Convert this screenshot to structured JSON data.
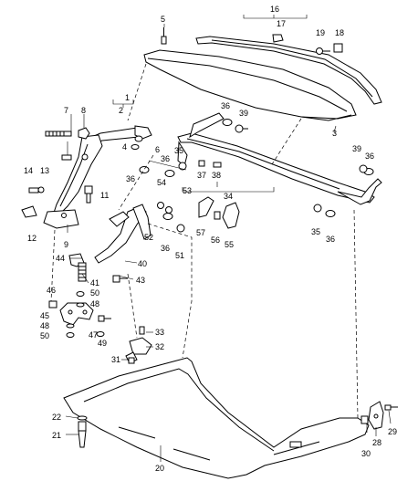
{
  "callouts": [
    {
      "id": "c1",
      "text": "1"
    },
    {
      "id": "c2",
      "text": "2"
    },
    {
      "id": "c3",
      "text": "3"
    },
    {
      "id": "c4",
      "text": "4"
    },
    {
      "id": "c5",
      "text": "5"
    },
    {
      "id": "c6",
      "text": "6"
    },
    {
      "id": "c7",
      "text": "7"
    },
    {
      "id": "c8",
      "text": "8"
    },
    {
      "id": "c9",
      "text": "9"
    },
    {
      "id": "c11",
      "text": "11"
    },
    {
      "id": "c12",
      "text": "12"
    },
    {
      "id": "c13",
      "text": "13"
    },
    {
      "id": "c14",
      "text": "14"
    },
    {
      "id": "c16",
      "text": "16"
    },
    {
      "id": "c17",
      "text": "17"
    },
    {
      "id": "c18",
      "text": "18"
    },
    {
      "id": "c19",
      "text": "19"
    },
    {
      "id": "c20",
      "text": "20"
    },
    {
      "id": "c21",
      "text": "21"
    },
    {
      "id": "c22",
      "text": "22"
    },
    {
      "id": "c28",
      "text": "28"
    },
    {
      "id": "c29",
      "text": "29"
    },
    {
      "id": "c30",
      "text": "30"
    },
    {
      "id": "c31",
      "text": "31"
    },
    {
      "id": "c32",
      "text": "32"
    },
    {
      "id": "c33",
      "text": "33"
    },
    {
      "id": "c34",
      "text": "34"
    },
    {
      "id": "c35a",
      "text": "35"
    },
    {
      "id": "c35b",
      "text": "35"
    },
    {
      "id": "c36a",
      "text": "36"
    },
    {
      "id": "c36b",
      "text": "36"
    },
    {
      "id": "c36c",
      "text": "36"
    },
    {
      "id": "c36d",
      "text": "36"
    },
    {
      "id": "c36e",
      "text": "36"
    },
    {
      "id": "c36f",
      "text": "36"
    },
    {
      "id": "c37",
      "text": "37"
    },
    {
      "id": "c38",
      "text": "38"
    },
    {
      "id": "c39a",
      "text": "39"
    },
    {
      "id": "c39b",
      "text": "39"
    },
    {
      "id": "c40",
      "text": "40"
    },
    {
      "id": "c41",
      "text": "41"
    },
    {
      "id": "c43",
      "text": "43"
    },
    {
      "id": "c44",
      "text": "44"
    },
    {
      "id": "c45",
      "text": "45"
    },
    {
      "id": "c46",
      "text": "46"
    },
    {
      "id": "c47",
      "text": "47"
    },
    {
      "id": "c48a",
      "text": "48"
    },
    {
      "id": "c48b",
      "text": "48"
    },
    {
      "id": "c49",
      "text": "49"
    },
    {
      "id": "c50a",
      "text": "50"
    },
    {
      "id": "c50b",
      "text": "50"
    },
    {
      "id": "c51",
      "text": "51"
    },
    {
      "id": "c52",
      "text": "52"
    },
    {
      "id": "c53",
      "text": "53"
    },
    {
      "id": "c54",
      "text": "54"
    },
    {
      "id": "c55",
      "text": "55"
    },
    {
      "id": "c56",
      "text": "56"
    },
    {
      "id": "c57",
      "text": "57"
    }
  ]
}
